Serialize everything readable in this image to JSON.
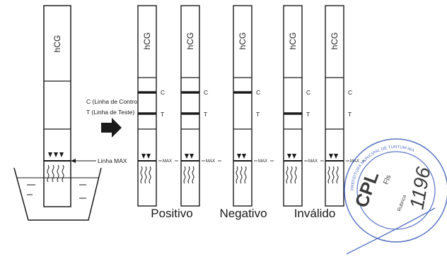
{
  "strip_brand": "hCG",
  "reference": {
    "control_line_label": "C (Linha de Controle)",
    "test_line_label": "T (Linha de Teste)",
    "max_line_label": "Linha MAX"
  },
  "strips": [
    {
      "control_line": true,
      "test_line": true
    },
    {
      "control_line": true,
      "test_line": true
    },
    {
      "control_line": true,
      "test_line": false
    },
    {
      "control_line": false,
      "test_line": true
    },
    {
      "control_line": false,
      "test_line": false
    }
  ],
  "markers": {
    "control": "C",
    "test": "T",
    "max": "MAX"
  },
  "results": {
    "positive": "Positivo",
    "negative": "Negativo",
    "invalid": "Inválido"
  },
  "stamp": {
    "ring_text": "PREFEITURA MUNICIPAL DE TUNTUM-MA",
    "inner_text": "CPL",
    "sheet_label": "Fls",
    "signature_text": "Rubrica",
    "sheet_number": "1196",
    "color": "#3b5bb8"
  },
  "colors": {
    "line": "#1a1a1a",
    "stamp": "#3b5bb8"
  }
}
